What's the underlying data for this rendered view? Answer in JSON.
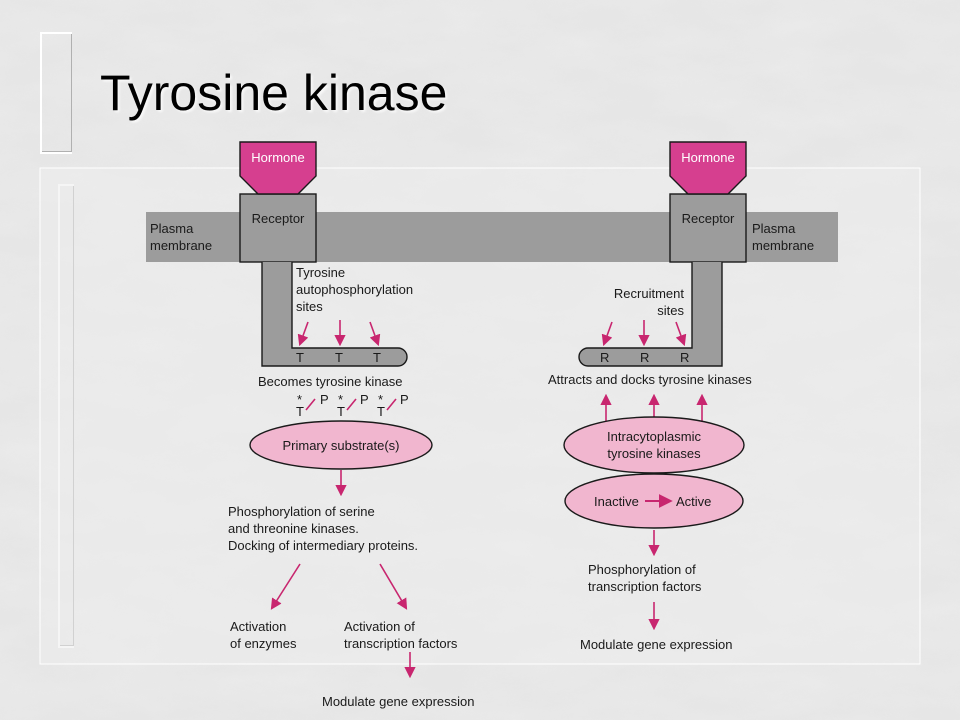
{
  "slide": {
    "title": "Tyrosine kinase"
  },
  "colors": {
    "membrane": "#9c9c9c",
    "hormone": "#d63f8f",
    "ellipse_fill": "#f1b6cf",
    "arrow": "#c8266f"
  },
  "left": {
    "hormone": "Hormone",
    "receptor": "Receptor",
    "membrane": [
      "Plasma",
      "membrane"
    ],
    "sites_label": [
      "Tyrosine",
      "autophosphorylation",
      "sites"
    ],
    "sites": [
      "T",
      "T",
      "T"
    ],
    "becomes": "Becomes tyrosine kinase",
    "phospho_t": "T",
    "phospho_p": "P",
    "phospho_star": "*",
    "substrate": "Primary substrate(s)",
    "phosphorylation": [
      "Phosphorylation of serine",
      "and threonine kinases.",
      "Docking of intermediary proteins."
    ],
    "activation_enzymes": [
      "Activation",
      "of enzymes"
    ],
    "activation_tf": [
      "Activation of",
      "transcription factors"
    ],
    "modulate": "Modulate gene expression"
  },
  "right": {
    "hormone": "Hormone",
    "receptor": "Receptor",
    "membrane": [
      "Plasma",
      "membrane"
    ],
    "recruit_label": [
      "Recruitment",
      "sites"
    ],
    "sites": [
      "R",
      "R",
      "R"
    ],
    "attracts": "Attracts and docks tyrosine kinases",
    "intracyto": [
      "Intracytoplasmic",
      "tyrosine kinases"
    ],
    "inactive": "Inactive",
    "active": "Active",
    "phosphorylation": [
      "Phosphorylation of",
      "transcription factors"
    ],
    "modulate": "Modulate gene expression"
  }
}
